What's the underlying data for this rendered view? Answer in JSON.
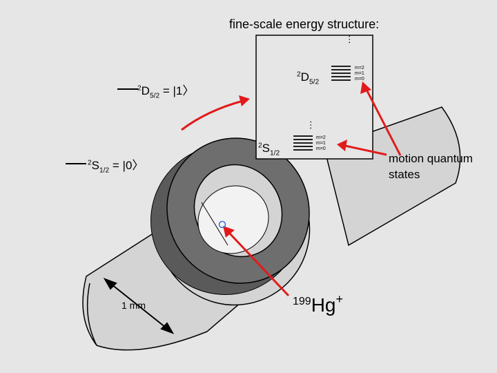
{
  "title": "fine-scale energy structure:",
  "levels": {
    "d_left": {
      "pre": "2",
      "main": "D",
      "sub": "5/2",
      "post": " = |1〉"
    },
    "s_left": {
      "pre": "2",
      "main": "S",
      "sub": "1/2",
      "post": " = |0〉"
    }
  },
  "box": {
    "d_label": {
      "pre": "2",
      "main": "D",
      "sub": "5/2"
    },
    "s_label": {
      "pre": "2",
      "main": "S",
      "sub": "1/2"
    },
    "d_motion": [
      "m=2",
      "m=1",
      "m=0"
    ],
    "s_motion": [
      "m=2",
      "m=1",
      "m=0"
    ],
    "ellipsis": "…"
  },
  "motion_label": [
    "motion quantum",
    "states"
  ],
  "ion_label": {
    "pre": "199",
    "main": "Hg",
    "sup": "+"
  },
  "scale_label": "1 mm",
  "colors": {
    "arrow": "#e21a1a",
    "ion": "#3a6fd8",
    "trap_dark": "#6e6e6e",
    "trap_light": "#d4d4d4"
  }
}
